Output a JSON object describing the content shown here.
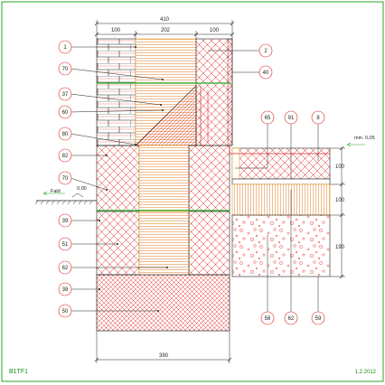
{
  "drawing": {
    "code": "B1TF1",
    "date": "1.2.2012",
    "colors": {
      "frame": "#2aa52a",
      "red": "#e0261f",
      "dark": "#222222",
      "orange": "#f0a020",
      "green": "#22aa22"
    }
  },
  "dimensions": {
    "top_total": "410",
    "top_segments": [
      "100",
      "202",
      "100"
    ],
    "bottom_total": "390",
    "right": [
      "100",
      "100",
      "190"
    ]
  },
  "levels": {
    "ground_label": "Fald",
    "ground_level": "0,00",
    "slope_label": "min. 0,05"
  },
  "callouts_left": [
    "1",
    "70",
    "37",
    "60",
    "80",
    "82",
    "70",
    "39",
    "51",
    "62",
    "38",
    "50"
  ],
  "callouts_top_right": [
    "2",
    "40"
  ],
  "callouts_upper_right": [
    "65",
    "91",
    "8"
  ],
  "callouts_bottom_right": [
    "58",
    "62",
    "59"
  ]
}
